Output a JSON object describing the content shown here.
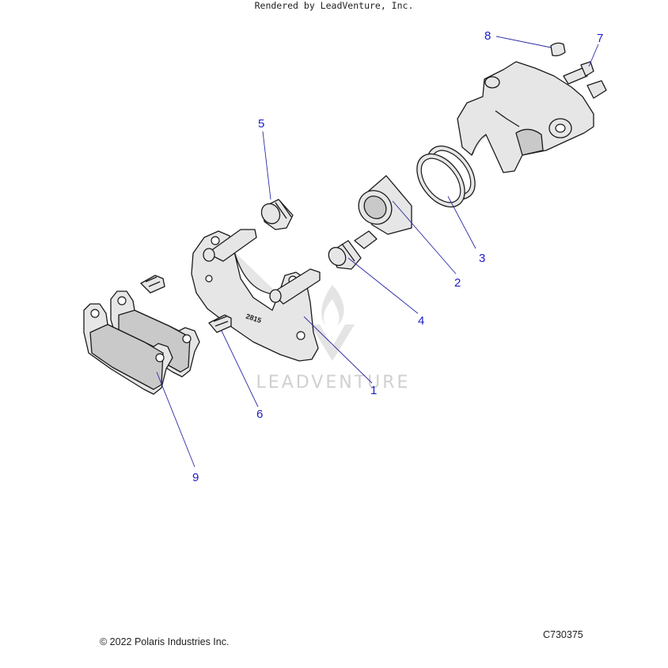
{
  "diagram": {
    "watermark": "LEADVENTURE",
    "bracket_stamp": "2815",
    "callouts": [
      "1",
      "2",
      "3",
      "4",
      "5",
      "6",
      "7",
      "8",
      "9"
    ]
  },
  "footer": {
    "copyright": "© 2022 Polaris Industries Inc.",
    "drawing_code": "C730375",
    "rendered_by": "Rendered by LeadVenture, Inc."
  },
  "colors": {
    "callout": "#1c1cc8",
    "leader": "#2a2aa8",
    "part_fill": "#e6e6e6",
    "outline": "#1a1a1a"
  }
}
